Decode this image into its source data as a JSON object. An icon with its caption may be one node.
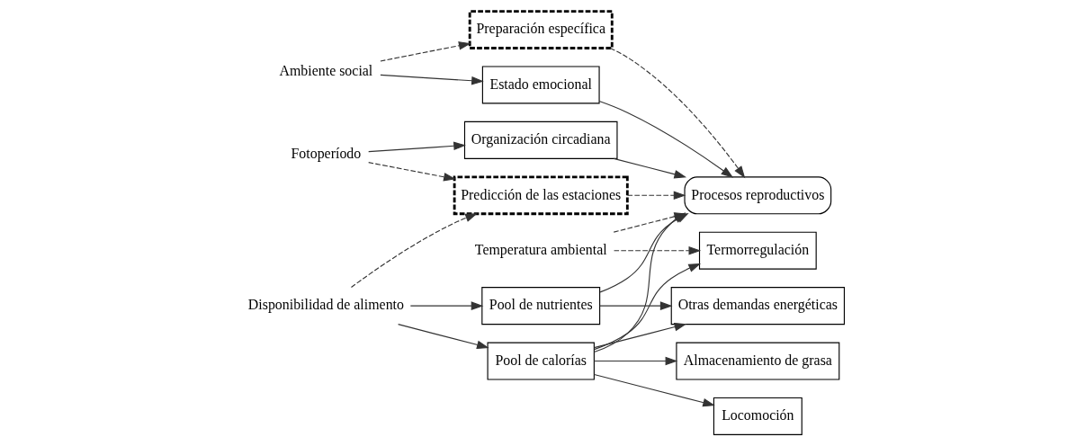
{
  "diagram": {
    "nodes": [
      {
        "text": [
          "Fotoperíodo"
        ]
      },
      {
        "text": [
          "Organización circadiana"
        ]
      },
      {
        "text": [
          "Estado emocional"
        ]
      },
      {
        "text": [
          "Ambiente social"
        ]
      },
      {
        "text": [
          "Predicción de las estaciones"
        ]
      },
      {
        "text": [
          "Procesos reproductivos"
        ]
      },
      {
        "text": [
          "Preparación específica"
        ]
      },
      {
        "text": [
          "Temperatura ambiental"
        ]
      },
      {
        "text": [
          "Disponibilidad de alimento"
        ]
      },
      {
        "text": [
          "Pool de calorías"
        ]
      },
      {
        "text": [
          "Pool de nutrientes"
        ]
      },
      {
        "text": [
          "Otras demandas energéticas"
        ]
      },
      {
        "text": [
          "Termorregulación"
        ]
      },
      {
        "text": [
          "Locomoción"
        ]
      },
      {
        "text": [
          "Almacenamiento de grasa"
        ]
      }
    ],
    "edges": [
      {
        "from": 0,
        "to": 4,
        "arrow": "to",
        "style": "dashed"
      },
      {
        "from": 0,
        "to": 1,
        "arrow": "to"
      },
      {
        "from": 3,
        "to": 2,
        "arrow": "to"
      },
      {
        "from": 3,
        "to": 6,
        "arrow": "to",
        "style": "dashed"
      },
      {
        "from": 1,
        "to": 5,
        "arrow": "to"
      },
      {
        "from": 2,
        "to": 5,
        "arrow": "to"
      },
      {
        "from": 4,
        "to": 5,
        "arrow": "to",
        "style": "dashed"
      },
      {
        "from": 6,
        "to": 5,
        "arrow": "to",
        "style": "dashed"
      },
      {
        "from": 7,
        "to": 5,
        "arrow": "to",
        "style": "dashed"
      },
      {
        "from": 7,
        "to": 12,
        "arrow": "to",
        "style": "dashed"
      },
      {
        "from": 8,
        "to": 4,
        "arrow": "to",
        "style": "dashed"
      },
      {
        "from": 8,
        "to": 9,
        "arrow": "to"
      },
      {
        "from": 8,
        "to": 10,
        "arrow": "to"
      },
      {
        "from": 9,
        "to": 5,
        "arrow": "to"
      },
      {
        "from": 9,
        "to": 11,
        "arrow": "to"
      },
      {
        "from": 9,
        "to": 12,
        "arrow": "to"
      },
      {
        "from": 9,
        "to": 13,
        "arrow": "to"
      },
      {
        "from": 9,
        "to": 14,
        "arrow": "to"
      },
      {
        "from": 10,
        "to": 5,
        "arrow": "to"
      },
      {
        "from": 10,
        "to": 11,
        "arrow": "to"
      }
    ]
  }
}
